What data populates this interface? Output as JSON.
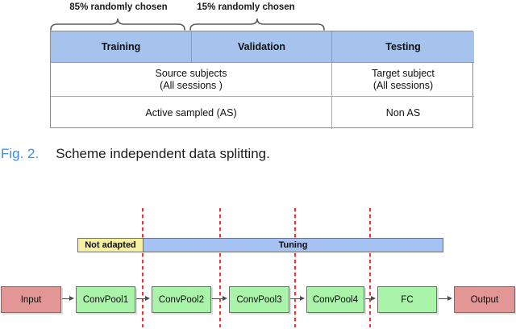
{
  "split_table": {
    "brace_left_label": "85% randomly chosen",
    "brace_right_label": "15% randomly chosen",
    "headers": [
      "Training",
      "Validation",
      "Testing"
    ],
    "row1": {
      "source_line1": "Source subjects",
      "source_line2": "(All sessions )",
      "target_line1": "Target subject",
      "target_line2": "(All sessions)"
    },
    "row2": {
      "source": "Active sampled (AS)",
      "target": "Non AS"
    }
  },
  "caption": {
    "fig_label": "Fig. 2.",
    "text": "Scheme independent data splitting."
  },
  "pipeline": {
    "adaptation_bar": {
      "not_adapted_label": "Not adapted",
      "tuning_label": "Tuning"
    },
    "nodes": [
      "Input",
      "ConvPool1",
      "ConvPool2",
      "ConvPool3",
      "ConvPool4",
      "FC",
      "Output"
    ]
  },
  "colors": {
    "table_header_blue": "#a6c3ee",
    "bar_blue": "#a6c2f2",
    "bar_yellow": "#f5f1a0",
    "node_green": "#a9f4a9",
    "node_pink": "#e39696",
    "dashed_line_red": "#f33333",
    "caption_blue": "#3a8ee6"
  }
}
